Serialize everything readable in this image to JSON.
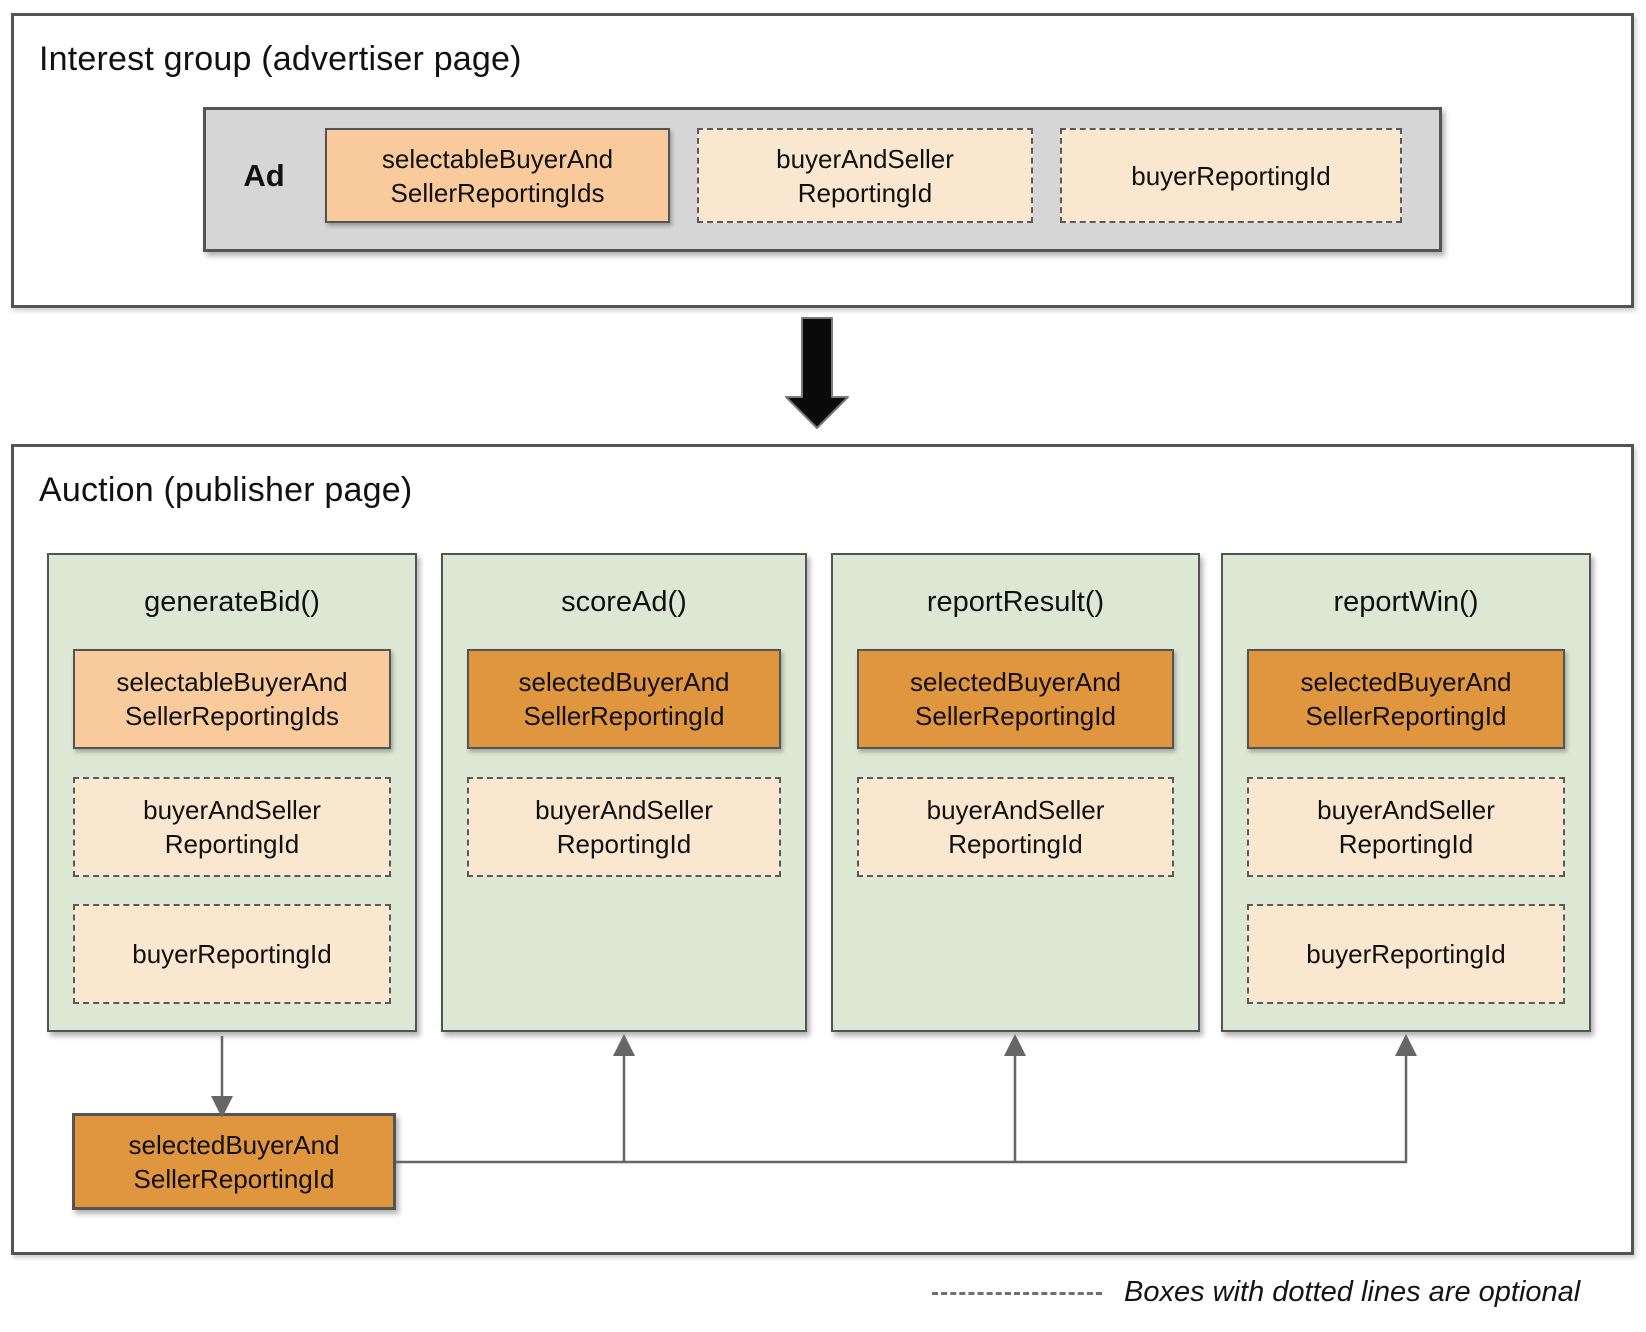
{
  "interest_group": {
    "title": "Interest group (advertiser page)",
    "ad_label": "Ad",
    "boxes": [
      {
        "label": "selectableBuyerAnd\nSellerReportingIds",
        "optional": false
      },
      {
        "label": "buyerAndSeller\nReportingId",
        "optional": true
      },
      {
        "label": "buyerReportingId",
        "optional": true
      }
    ]
  },
  "auction": {
    "title": "Auction (publisher page)",
    "columns": [
      {
        "name": "generateBid()",
        "boxes": [
          {
            "label": "selectableBuyerAnd\nSellerReportingIds",
            "optional": false
          },
          {
            "label": "buyerAndSeller\nReportingId",
            "optional": true
          },
          {
            "label": "buyerReportingId",
            "optional": true
          }
        ]
      },
      {
        "name": "scoreAd()",
        "boxes": [
          {
            "label": "selectedBuyerAnd\nSellerReportingId",
            "optional": false
          },
          {
            "label": "buyerAndSeller\nReportingId",
            "optional": true
          }
        ]
      },
      {
        "name": "reportResult()",
        "boxes": [
          {
            "label": "selectedBuyerAnd\nSellerReportingId",
            "optional": false
          },
          {
            "label": "buyerAndSeller\nReportingId",
            "optional": true
          }
        ]
      },
      {
        "name": "reportWin()",
        "boxes": [
          {
            "label": "selectedBuyerAnd\nSellerReportingId",
            "optional": false
          },
          {
            "label": "buyerAndSeller\nReportingId",
            "optional": true
          },
          {
            "label": "buyerReportingId",
            "optional": true
          }
        ]
      }
    ],
    "output_box": {
      "label": "selectedBuyerAnd\nSellerReportingId"
    }
  },
  "legend": {
    "text": "Boxes with dotted lines are optional"
  },
  "colors": {
    "light_orange": "#F9CB9C",
    "dark_orange": "#E0953F",
    "cream": "#FAE7CF",
    "green": "#DCE8D4",
    "gray_bar": "#D6D6D6",
    "border": "#545454",
    "connector": "#666666"
  }
}
